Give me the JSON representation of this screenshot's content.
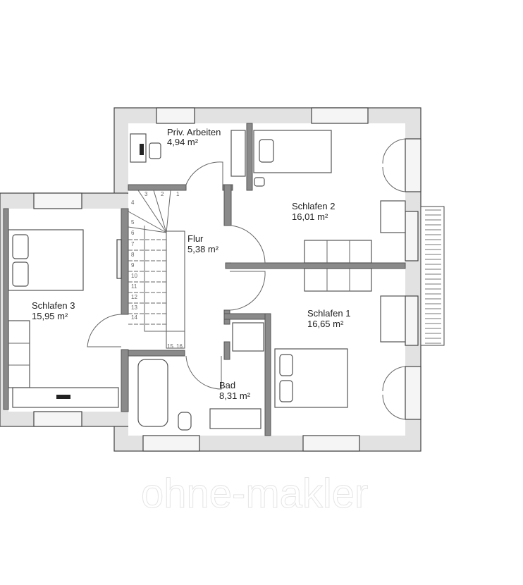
{
  "rooms": {
    "priv_arbeiten": {
      "name": "Priv. Arbeiten",
      "area": "4,94 m²"
    },
    "schlafen2": {
      "name": "Schlafen 2",
      "area": "16,01 m²"
    },
    "flur": {
      "name": "Flur",
      "area": "5,38 m²"
    },
    "schlafen3": {
      "name": "Schlafen 3",
      "area": "15,95 m²"
    },
    "schlafen1": {
      "name": "Schlafen 1",
      "area": "16,65 m²"
    },
    "bad": {
      "name": "Bad",
      "area": "8,31 m²"
    }
  },
  "stairs": {
    "steps": [
      "1",
      "2",
      "3",
      "4",
      "5",
      "6",
      "7",
      "8",
      "9",
      "10",
      "11",
      "12",
      "13",
      "14",
      "15",
      "16"
    ]
  },
  "watermark": "ohne-makler",
  "colors": {
    "wall": "#e2e2e2",
    "inner_wall": "#8a8a8a",
    "line": "#444444"
  }
}
